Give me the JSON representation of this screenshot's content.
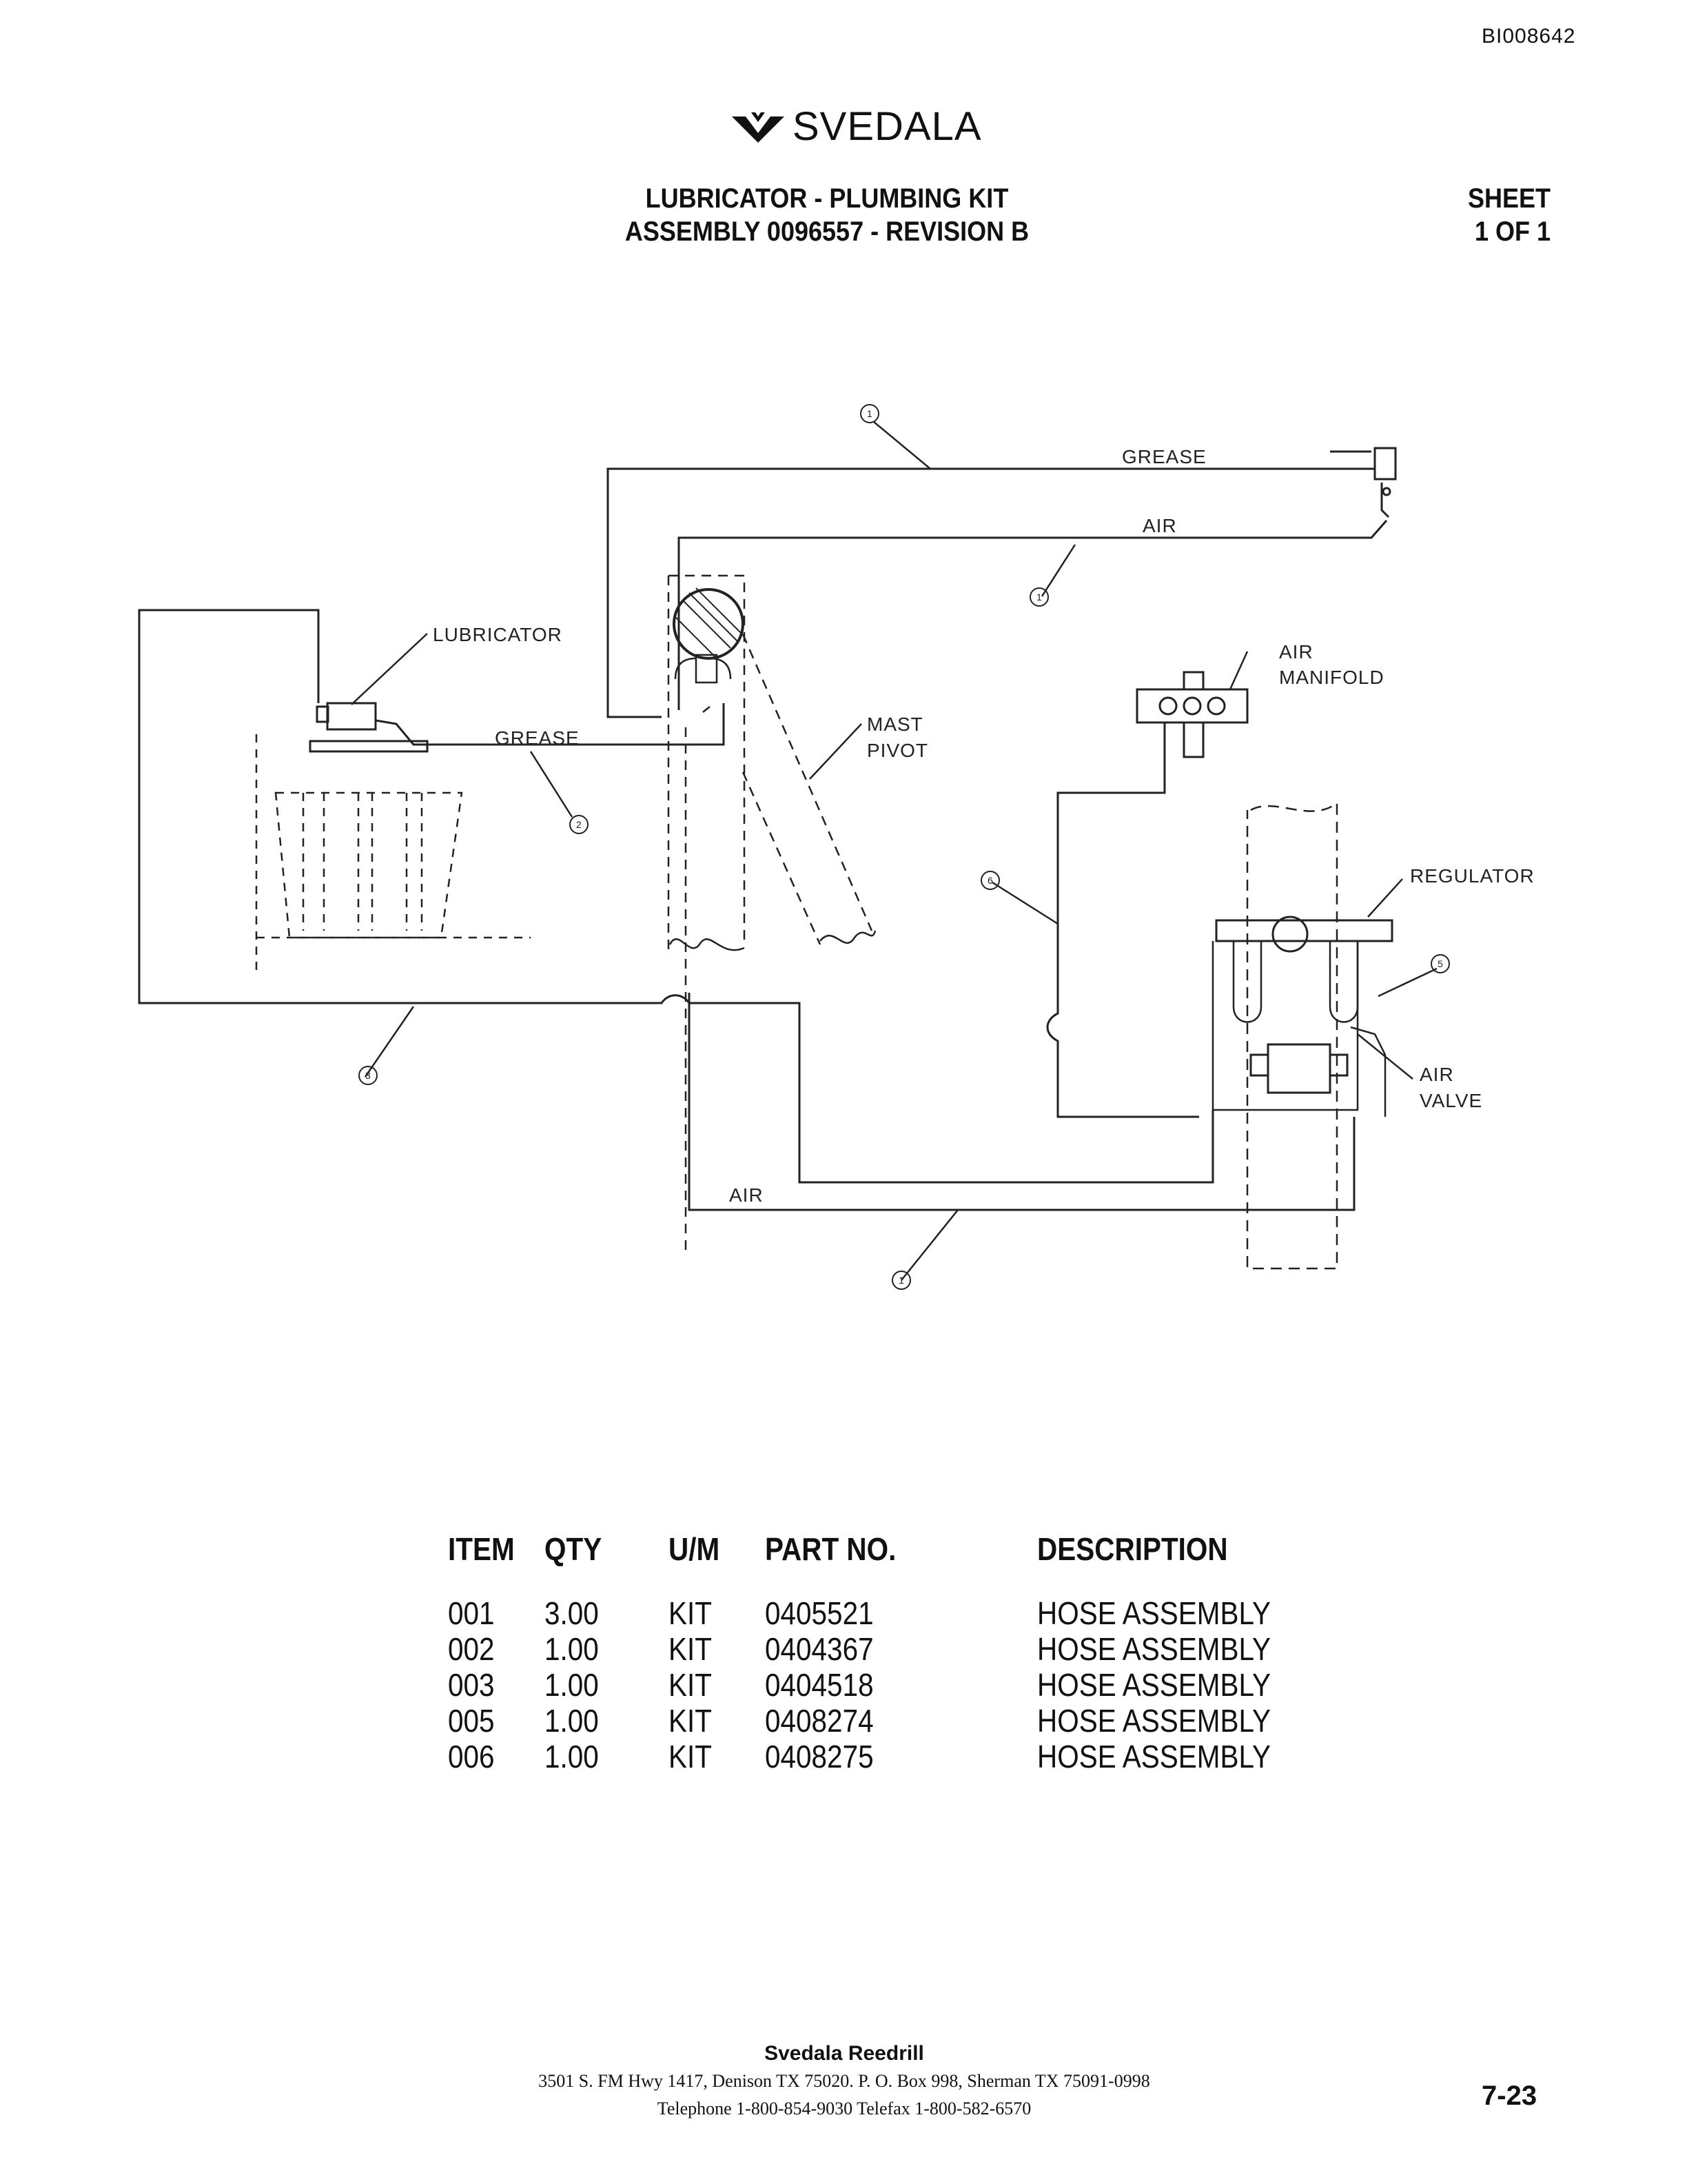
{
  "doc_id": "BI008642",
  "brand": {
    "name": "SVEDALA",
    "logo_icon": "svedala-chevron-logo"
  },
  "title": {
    "line1": "LUBRICATOR - PLUMBING KIT",
    "line2": "ASSEMBLY 0096557 - REVISION B"
  },
  "sheet": {
    "label": "SHEET",
    "value": "1 OF 1"
  },
  "diagram": {
    "labels": {
      "grease_top": "GREASE",
      "air_top": "AIR",
      "lubricator": "LUBRICATOR",
      "grease_left": "GREASE",
      "mast": "MAST",
      "pivot": "PIVOT",
      "air_manifold_1": "AIR",
      "air_manifold_2": "MANIFOLD",
      "regulator": "REGULATOR",
      "air_valve_1": "AIR",
      "air_valve_2": "VALVE",
      "air_bottom": "AIR"
    },
    "balloons": {
      "b_top": "1",
      "b_air_top": "1",
      "b_grease": "2",
      "b_left": "3",
      "b_six": "6",
      "b_five": "5",
      "b_bottom": "1"
    }
  },
  "parts_table": {
    "headers": {
      "item": "ITEM",
      "qty": "QTY",
      "um": "U/M",
      "part_no": "PART NO.",
      "description": "DESCRIPTION"
    },
    "rows": [
      {
        "item": "001",
        "qty": "3.00",
        "um": "KIT",
        "part_no": "0405521",
        "description": "HOSE ASSEMBLY"
      },
      {
        "item": "002",
        "qty": "1.00",
        "um": "KIT",
        "part_no": "0404367",
        "description": "HOSE ASSEMBLY"
      },
      {
        "item": "003",
        "qty": "1.00",
        "um": "KIT",
        "part_no": "0404518",
        "description": "HOSE ASSEMBLY"
      },
      {
        "item": "005",
        "qty": "1.00",
        "um": "KIT",
        "part_no": "0408274",
        "description": "HOSE ASSEMBLY"
      },
      {
        "item": "006",
        "qty": "1.00",
        "um": "KIT",
        "part_no": "0408275",
        "description": "HOSE ASSEMBLY"
      }
    ]
  },
  "footer": {
    "company": "Svedala Reedrill",
    "address": "3501 S. FM Hwy 1417, Denison TX  75020.   P. O. Box 998, Sherman TX  75091-0998",
    "phone": "Telephone 1-800-854-9030 Telefax 1-800-582-6570",
    "page_number": "7-23"
  }
}
